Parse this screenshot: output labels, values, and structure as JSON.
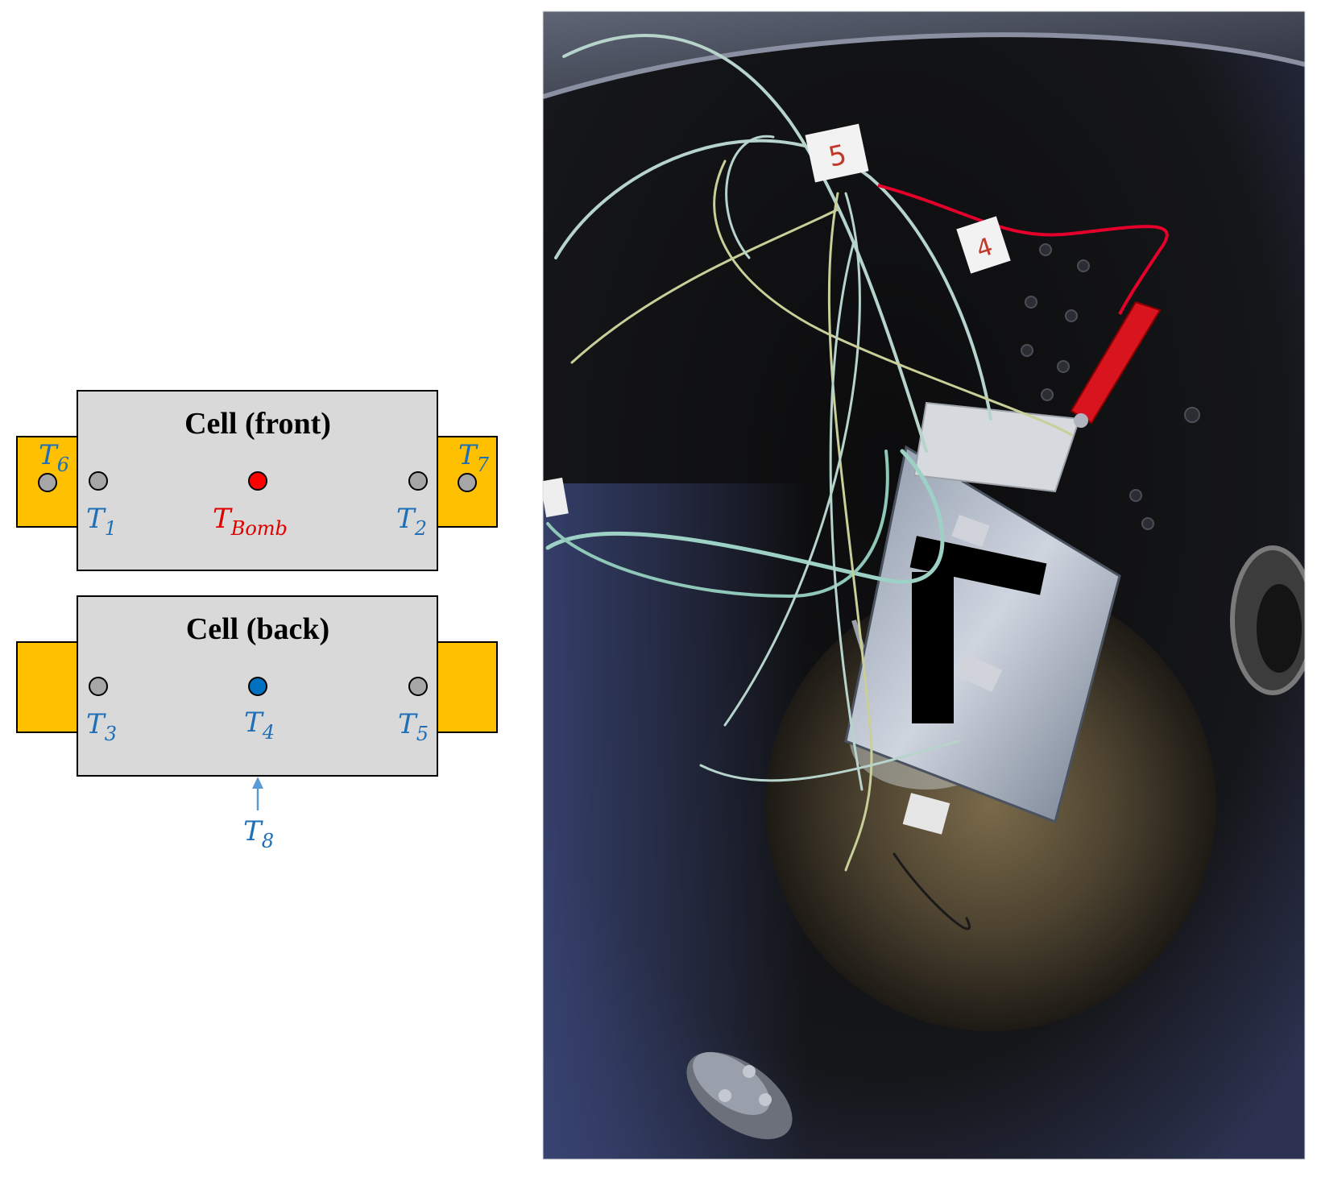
{
  "colors": {
    "cell_fill": "#d9d9d9",
    "tab_fill": "#ffc000",
    "sensor_label": "#1f6fb8",
    "bomb": "#ff0000",
    "sensor_grey": "#a6a6a6",
    "sensor_blue": "#0070c0",
    "arrow": "#5b9bd5"
  },
  "front": {
    "title": "Cell (front)",
    "sensors": [
      {
        "id": "T6",
        "letter": "T",
        "sub": "6",
        "color": "grey",
        "location": "left tab"
      },
      {
        "id": "T1",
        "letter": "T",
        "sub": "1",
        "color": "grey",
        "location": "cell left"
      },
      {
        "id": "TBomb",
        "letter": "T",
        "sub": "Bomb",
        "color": "red",
        "location": "cell centre"
      },
      {
        "id": "T2",
        "letter": "T",
        "sub": "2",
        "color": "grey",
        "location": "cell right"
      },
      {
        "id": "T7",
        "letter": "T",
        "sub": "7",
        "color": "grey",
        "location": "right tab"
      }
    ]
  },
  "back": {
    "title": "Cell (back)",
    "sensors": [
      {
        "id": "T3",
        "letter": "T",
        "sub": "3",
        "color": "grey",
        "location": "cell left"
      },
      {
        "id": "T4",
        "letter": "T",
        "sub": "4",
        "color": "blue",
        "location": "cell centre"
      },
      {
        "id": "T5",
        "letter": "T",
        "sub": "5",
        "color": "grey",
        "location": "cell right"
      }
    ]
  },
  "bottom_sensor": {
    "id": "T8",
    "letter": "T",
    "sub": "8"
  },
  "photo": {
    "description_icon": "bomb-calorimeter-photo",
    "tag_labels": [
      "5",
      "4"
    ]
  }
}
